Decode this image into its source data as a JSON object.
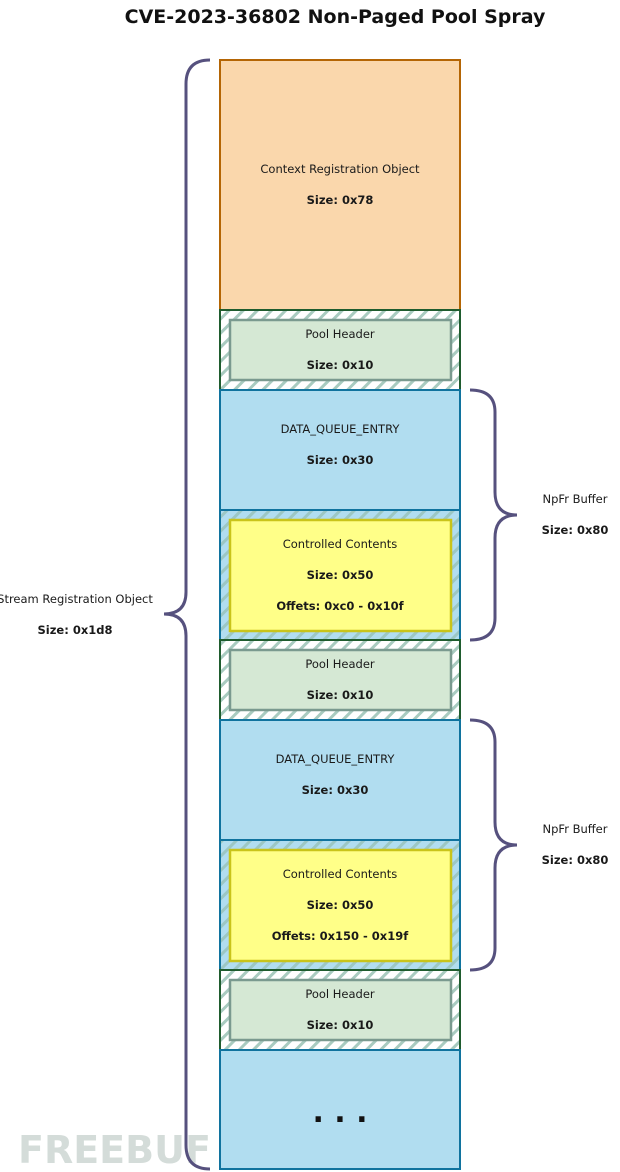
{
  "title": "CVE-2023-36802 Non-Paged Pool Spray",
  "blocks": {
    "context_reg": {
      "label": "Context Registration Object",
      "size": "Size: 0x78"
    },
    "pool_header_1": {
      "label": "Pool Header",
      "size": "Size: 0x10"
    },
    "dqe_1": {
      "label": "DATA_QUEUE_ENTRY",
      "size": "Size: 0x30"
    },
    "controlled_1": {
      "label": "Controlled Contents",
      "size": "Size: 0x50",
      "offsets": "Offets: 0xc0 - 0x10f"
    },
    "pool_header_2": {
      "label": "Pool Header",
      "size": "Size: 0x10"
    },
    "dqe_2": {
      "label": "DATA_QUEUE_ENTRY",
      "size": "Size: 0x30"
    },
    "controlled_2": {
      "label": "Controlled Contents",
      "size": "Size: 0x50",
      "offsets": "Offets: 0x150 - 0x19f"
    },
    "pool_header_3": {
      "label": "Pool Header",
      "size": "Size: 0x10"
    },
    "ellipsis": ". . ."
  },
  "annotations": {
    "stream_reg": {
      "label": "Stream Registration Object",
      "size": "Size: 0x1d8"
    },
    "npfr_1": {
      "label": "NpFr Buffer",
      "size": "Size: 0x80"
    },
    "npfr_2": {
      "label": "NpFr Buffer",
      "size": "Size: 0x80"
    }
  },
  "watermark": "FREEBUF",
  "colors": {
    "context_fill": "#fad7ac",
    "context_stroke": "#b46504",
    "pool_outer_stroke": "#1f5c2e",
    "pool_inner_fill": "#d5e8d4",
    "pool_inner_stroke": "#7a9a8f",
    "hatch": "#a9cbc0",
    "dqe_fill": "#b1ddf0",
    "dqe_stroke": "#10739e",
    "controlled_fill": "#ffff88",
    "controlled_stroke": "#c9c41a",
    "brace": "#56517e"
  }
}
